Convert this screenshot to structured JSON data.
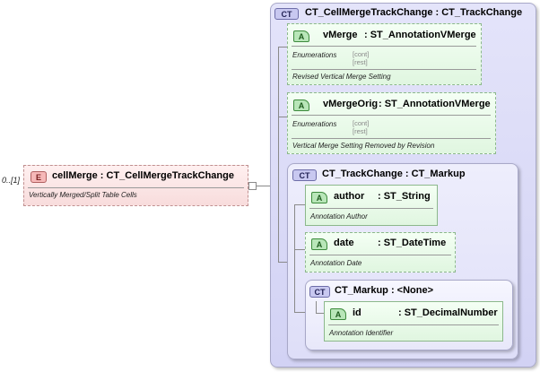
{
  "element": {
    "multiplicity": "0..[1]",
    "badge": "E",
    "title": "cellMerge : CT_CellMergeTrackChange",
    "description": "Vertically Merged/Split Table Cells"
  },
  "outer_type": {
    "badge": "CT",
    "title": "CT_CellMergeTrackChange : CT_TrackChange"
  },
  "attributes": [
    {
      "badge": "A",
      "name": "vMerge",
      "type": ": ST_AnnotationVMerge",
      "enum_label": "Enumerations",
      "enum_values": [
        "[cont]",
        "[rest]"
      ],
      "description": "Revised Vertical Merge Setting"
    },
    {
      "badge": "A",
      "name": "vMergeOrig",
      "type": ": ST_AnnotationVMerge",
      "enum_label": "Enumerations",
      "enum_values": [
        "[cont]",
        "[rest]"
      ],
      "description": "Vertical Merge Setting Removed by Revision"
    }
  ],
  "track_change": {
    "badge": "CT",
    "title": "CT_TrackChange : CT_Markup",
    "attributes": [
      {
        "badge": "A",
        "name": "author",
        "type": ": ST_String",
        "description": "Annotation Author"
      },
      {
        "badge": "A",
        "name": "date",
        "type": ": ST_DateTime",
        "description": "Annotation Date"
      }
    ]
  },
  "markup": {
    "badge": "CT",
    "title": "CT_Markup : <None>",
    "attributes": [
      {
        "badge": "A",
        "name": "id",
        "type": ": ST_DecimalNumber",
        "description": "Annotation Identifier"
      }
    ]
  }
}
